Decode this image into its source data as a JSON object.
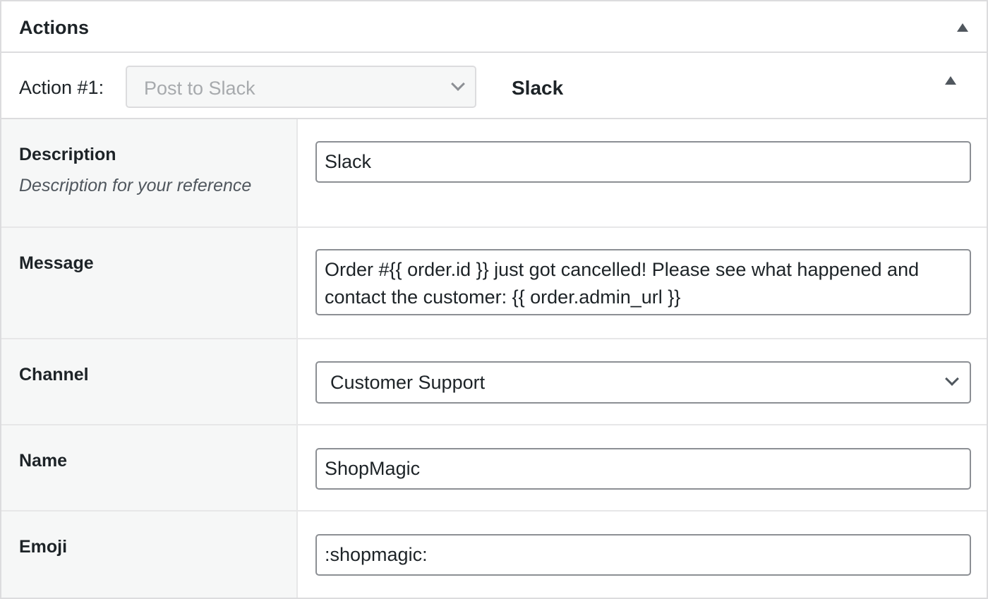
{
  "panel": {
    "title": "Actions"
  },
  "action": {
    "label": "Action #1:",
    "selected": "Post to Slack",
    "name": "Slack"
  },
  "fields": {
    "description": {
      "label": "Description",
      "help": "Description for your reference",
      "value": "Slack"
    },
    "message": {
      "label": "Message",
      "value": "Order #{{ order.id }} just got cancelled! Please see what happened and contact the customer: {{ order.admin_url }}"
    },
    "channel": {
      "label": "Channel",
      "selected": "Customer Support"
    },
    "name": {
      "label": "Name",
      "value": "ShopMagic"
    },
    "emoji": {
      "label": "Emoji",
      "value": ":shopmagic:"
    }
  },
  "colors": {
    "border": "#dcdcde",
    "label_bg": "#f6f7f7",
    "input_border": "#8c8f94",
    "text": "#1d2327",
    "muted": "#a7aaad"
  },
  "icons": {
    "collapse": "triangle-up-icon",
    "dropdown": "chevron-down-icon"
  }
}
